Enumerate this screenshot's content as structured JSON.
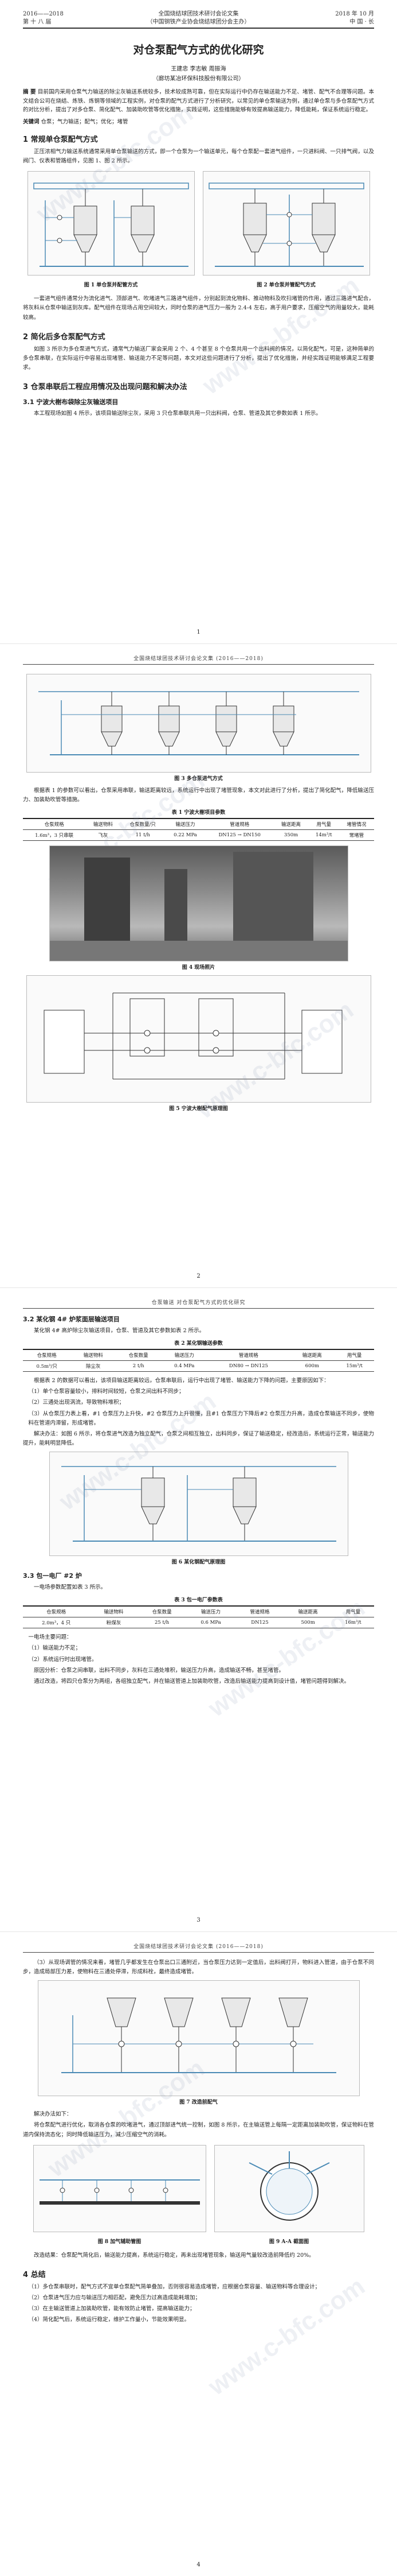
{
  "header": {
    "left_top": "2016——2018",
    "left_bottom": "第 十 八 届",
    "center_top": "全国烧结球团技术研讨会论文集",
    "center_bottom": "（中国钢铁产业协会烧结球团分会主办）",
    "right_top": "2018 年 10 月",
    "right_bottom": "中 国 · 长"
  },
  "sub_header": "全国烧结球团技术研讨会论文集 (2016——2018)",
  "sub_header_3": "仓泵输送  对仓泵配气方式的优化研究",
  "title": "对仓泵配气方式的优化研究",
  "authors": "王建忠  李志敏  周振海",
  "affiliation": "（廊坊某冶环保科技股份有限公司）",
  "abstract_label": "摘  要",
  "abstract": "目前国内采用仓泵气力输送的除尘灰输送系统较多，技术较成熟可靠，但在实际运行中仍存在输送能力不足、堵管、配气不合理等问题。本文结合公司在烧结、炼铁、炼钢等领域的工程实例，对仓泵的配气方式进行了分析研究，以常见的单仓泵输送为例，通过单仓泵与多仓泵配气方式的对比分析，提出了对多仓泵、简化配气、加装助吹管等优化措施，实践证明，这些措施能够有效提高输送能力，降低能耗，保证系统运行稳定。",
  "keywords_label": "关键词",
  "keywords": "仓泵；气力输送；配气；优化；堵管",
  "s1_title": "1  常规单仓泵配气方式",
  "s1_p1": "正压浓相气力输送系统通常采用单仓泵输送的方式，即一个仓泵为一个输送单元，每个仓泵配一套进气组件，一只进料阀、一只排气阀，以及阀门、仪表和管路组件，见图 1、图 2 所示。",
  "fig1_cap": "图 1  单仓泵并配管方式",
  "fig2_cap": "图 2  单仓泵并管配气方式",
  "s1_p2": "一套进气组件通常分为流化进气、顶部进气、吹堵进气三路进气组件，分别起到流化物料、推动物料及吹扫堵管的作用，通过三路进气配合，将灰料从仓泵中输送到灰库。配气组件在现场占用空间较大，同时仓泵的进气压力一般为 2.4-4 左右，高于用户要求，压缩空气的用量较大，能耗较高。",
  "s2_title": "2  简化后多仓泵配气方式",
  "s2_p1": "如图 3 所示为多仓泵进气方式，通常气力输送厂家会采用 2 个、4 个甚至 8 个仓泵共用一个出料阀的情况，以简化配气，可是，这种简单的多仓泵串联，在实际运行中容易出现堵管、输送能力不足等问题，本文对这些问题进行了分析，提出了优化措施，并经实践证明能够满足工程要求。",
  "s3_title": "3  仓泵串联后工程应用情况及出现问题和解决办法",
  "s31_title": "3.1  宁波大榭布袋除尘灰输送项目",
  "s31_p1": "本工程现场如图 4 所示，该项目输送除尘灰，采用 3 只仓泵串联共用一只出料阀，仓泵、管道及其它参数如表 1 所示。",
  "fig3_cap": "图 3  多仓泵进气方式",
  "s31_p2": "根据表 1 的参数可以看出，仓泵采用串联，输送距离较远，系统运行中出现了堵管现象，本文对此进行了分析，提出了简化配气，降低输送压力、加装助吹管等措施。",
  "table1_cap": "表 1  宁波大榭项目参数",
  "table1": {
    "headers": [
      "仓泵规格",
      "输送物料",
      "仓泵数量/只",
      "输送压力",
      "管道规格",
      "输送距离",
      "用气量",
      "堵管情况"
    ],
    "rows": [
      [
        "1.6m³，3 只串联",
        "飞灰",
        "11 t/h",
        "0.22 MPa",
        "DN125 → DN150",
        "350m",
        "14m³/t",
        "常堵管"
      ]
    ]
  },
  "fig4_cap": "图 4  现场照片",
  "fig5_cap": "图 5  宁波大榭配气原理图",
  "page_numbers": [
    "1",
    "2",
    "3",
    "4"
  ],
  "s32_title": "3.2  某化钢 4# 炉浆面层输送项目",
  "s32_p1": "某化钢 4# 高炉除尘灰输送项目，仓泵、管道及其它参数如表 2 所示。",
  "table2_cap": "表 2  某化钢输送参数",
  "table2": {
    "headers": [
      "仓泵规格",
      "输送物料",
      "仓泵数量",
      "输送压力",
      "管道规格",
      "输送距离",
      "用气量"
    ],
    "rows": [
      [
        "0.5m³/只",
        "除尘灰",
        "2 t/h",
        "0.4 MPa",
        "DN80 → DN125",
        "600m",
        "15m³/t"
      ]
    ]
  },
  "s32_p2": "根据表 2 的数据可以看出，该项目输送距离较远，仓泵串联后，运行中出现了堵管、输送能力下降的问题，主要原因如下：",
  "s32_list": [
    "（1）单个仓泵容量较小，排料时间较短，仓泵之间出料不同步；",
    "（2）三通处出现涡流，导致物料堆积；",
    "（3）从仓泵压力表上看，#1 仓泵压力上升快，#2 仓泵压力上升很慢，且#1 仓泵压力下降后#2 仓泵压力升高，造成仓泵输送不同步，使物料在管道内滞留，形成堵管。"
  ],
  "s32_p3": "解决办法：如图 6 所示，将仓泵进气改造为独立配气，仓泵之间相互独立，出料同步，保证了输送稳定，经改造后，系统运行正常，输送能力提升，能耗明显降低。",
  "fig6_cap": "图 6  某化钢配气原理图",
  "s33_title": "3.3  包一电厂 #2 炉",
  "s33_p1": "一电场参数配置如表 3 所示。",
  "table3_cap": "表 3  包一电厂参数表",
  "table3": {
    "headers": [
      "仓泵规格",
      "输送物料",
      "仓泵数量",
      "输送压力",
      "管道规格",
      "输送距离",
      "用气量"
    ],
    "rows": [
      [
        "2.0m³，4 只",
        "粉煤灰",
        "25 t/h",
        "0.6 MPa",
        "DN125",
        "500m",
        "16m³/t"
      ]
    ]
  },
  "s33_list": [
    "一电场主要问题：",
    "（1）输送能力不足；",
    "（2）系统运行时出现堵管。"
  ],
  "s33_p2": "原因分析：仓泵之间串联，出料不同步，灰料在三通处堆积，输送压力升高，造成输送不畅，甚至堵管。",
  "s33_p3": "通过改造，将四只仓泵分为两组，各组独立配气，并在输送管道上加装助吹管，改造后输送能力提高到设计值，堵管问题得到解决。",
  "s33_p4": "（3）从现场调管的情况来看，堵管几乎都发生在仓泵出口三通附近，当仓泵压力达到一定值后，出料阀打开，物料进入管道，由于仓泵不同步，造成局部压力差，使物料在三通处停滞，形成料栓，最终造成堵管。",
  "fig7_cap": "图 7  改造前配气",
  "s33_p5": "解决办法如下：",
  "s33_p6": "将仓泵配气进行优化，取消各仓泵的吹堵进气，通过顶部进气统一控制，如图 8 所示，在主输送管上每隔一定距离加装助吹管，保证物料在管道内保持流态化；同时降低输送压力，减少压缩空气的消耗。",
  "fig8_cap": "图 8  加气辅助管图",
  "fig9_cap": "图 9  A-A 截面图",
  "s33_p7": "改造结果：仓泵配气简化后，输送能力提高，系统运行稳定，再未出现堵管现象，输送用气量较改造前降低约 20%。",
  "s4_title": "4  总结",
  "s4_list": [
    "（1）多仓泵串联时，配气方式不宜单仓泵配气简单叠加，否则很容易造成堵管，应根据仓泵容量、输送物料等合理设计；",
    "（2）仓泵进气压力应与输送压力相匹配，避免压力过高造成能耗增加；",
    "（3）在主输送管道上加装助吹管，能有效防止堵管，提高输送能力；",
    "（4）简化配气后，系统运行稳定，维护工作量小，节能效果明显。"
  ],
  "watermark": "www.c-bfc.com"
}
